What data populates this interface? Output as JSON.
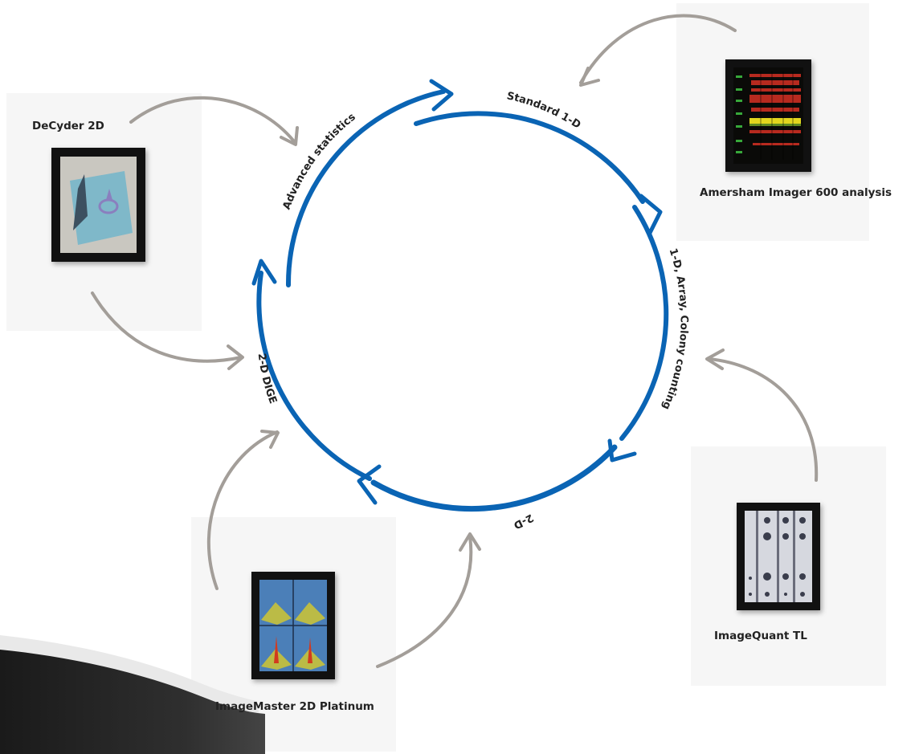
{
  "colors": {
    "cycle_arrow": "#0a64b4",
    "feed_arrow": "#a39e99"
  },
  "stages": [
    {
      "id": "standard-1d",
      "label": "Standard 1-D"
    },
    {
      "id": "1d-array-colony",
      "label": "1-D, Array, Colony counting"
    },
    {
      "id": "2d",
      "label": "2-D"
    },
    {
      "id": "2d-dige",
      "label": "2-D DIGE"
    },
    {
      "id": "advanced-statistics",
      "label": "Advanced statistics"
    }
  ],
  "products": [
    {
      "id": "amersham",
      "label": "Amersham Imager 600 analysis"
    },
    {
      "id": "imagequant",
      "label": "ImageQuant TL"
    },
    {
      "id": "imagemaster",
      "label": "ImageMaster 2D Platinum"
    },
    {
      "id": "decyder",
      "label": "DeCyder 2D"
    }
  ]
}
